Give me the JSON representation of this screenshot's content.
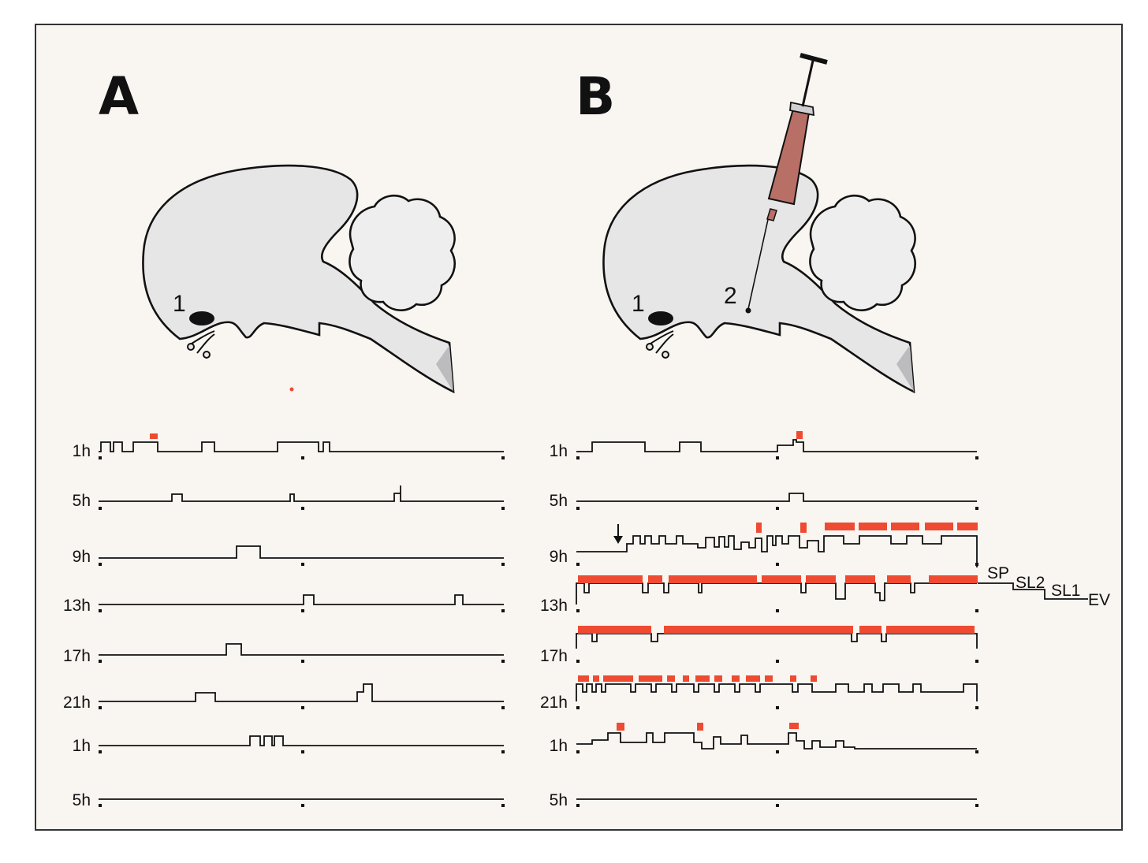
{
  "panels": [
    {
      "letter": "A",
      "site_labels": [
        "1"
      ],
      "rows": [
        "1h",
        "5h",
        "9h",
        "13h",
        "17h",
        "21h",
        "1h",
        "5h"
      ]
    },
    {
      "letter": "B",
      "site_labels": [
        "1",
        "2"
      ],
      "rows": [
        "1h",
        "5h",
        "9h",
        "13h",
        "17h",
        "21h",
        "1h",
        "5h"
      ],
      "stage_scale": [
        "SP",
        "SL2",
        "SL1",
        "EV"
      ]
    }
  ],
  "colors": {
    "trace": "#111111",
    "highlight": "#ee4b32",
    "background": "#f9f5f1",
    "brain": "#e6e6e7",
    "syringe": "#b86f66"
  },
  "icons": [
    "brain-diagram-icon",
    "syringe-icon",
    "arrow-down-icon"
  ]
}
